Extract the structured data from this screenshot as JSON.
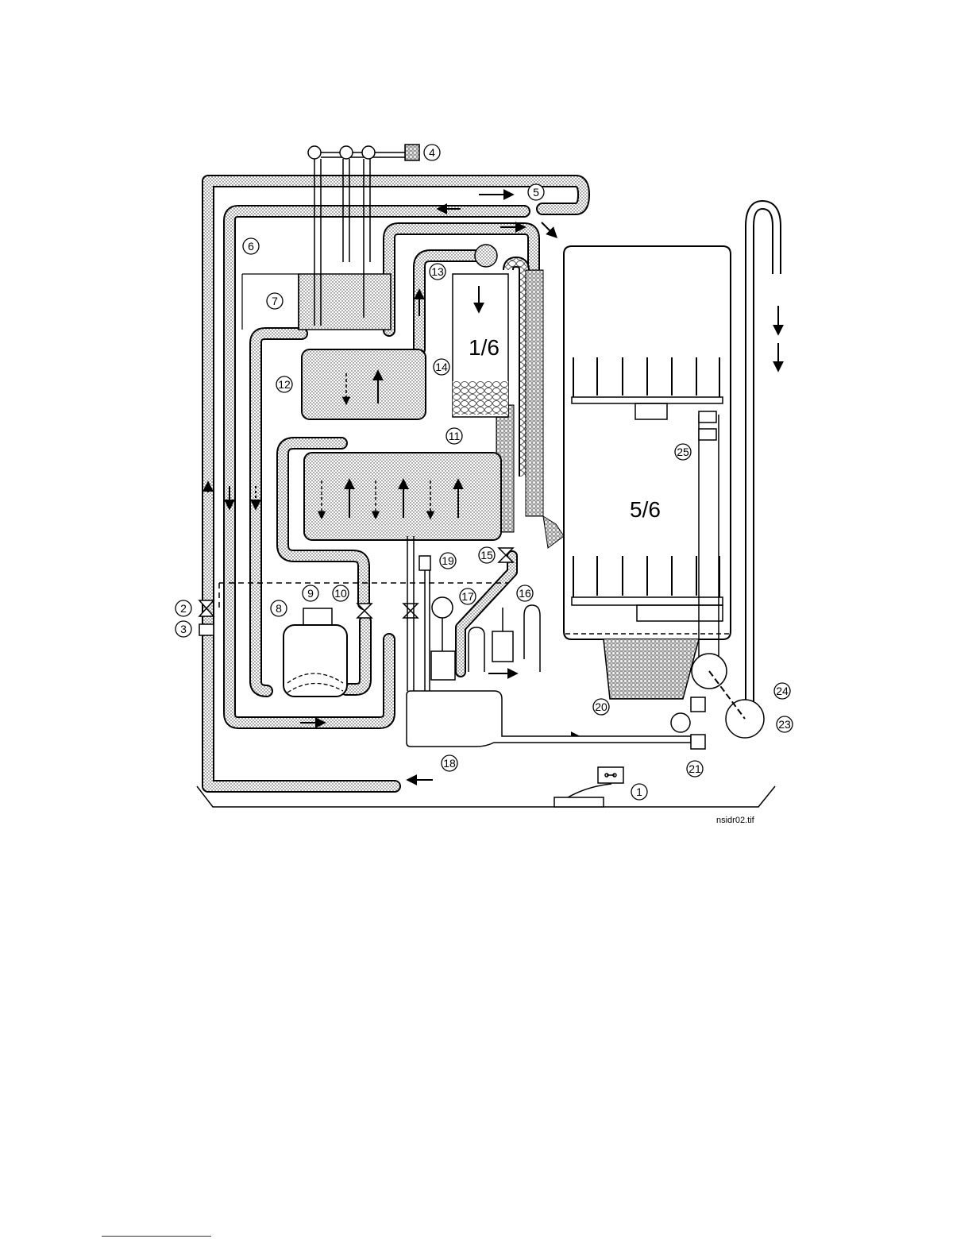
{
  "diagram": {
    "file_label": "nsidr02.tif",
    "compartment_top": "1/6",
    "compartment_bottom": "5/6",
    "callouts": [
      "1",
      "2",
      "3",
      "4",
      "5",
      "6",
      "7",
      "8",
      "9",
      "10",
      "11",
      "12",
      "13",
      "14",
      "15",
      "16",
      "17",
      "18",
      "19",
      "20",
      "21",
      "23",
      "24",
      "25"
    ]
  }
}
